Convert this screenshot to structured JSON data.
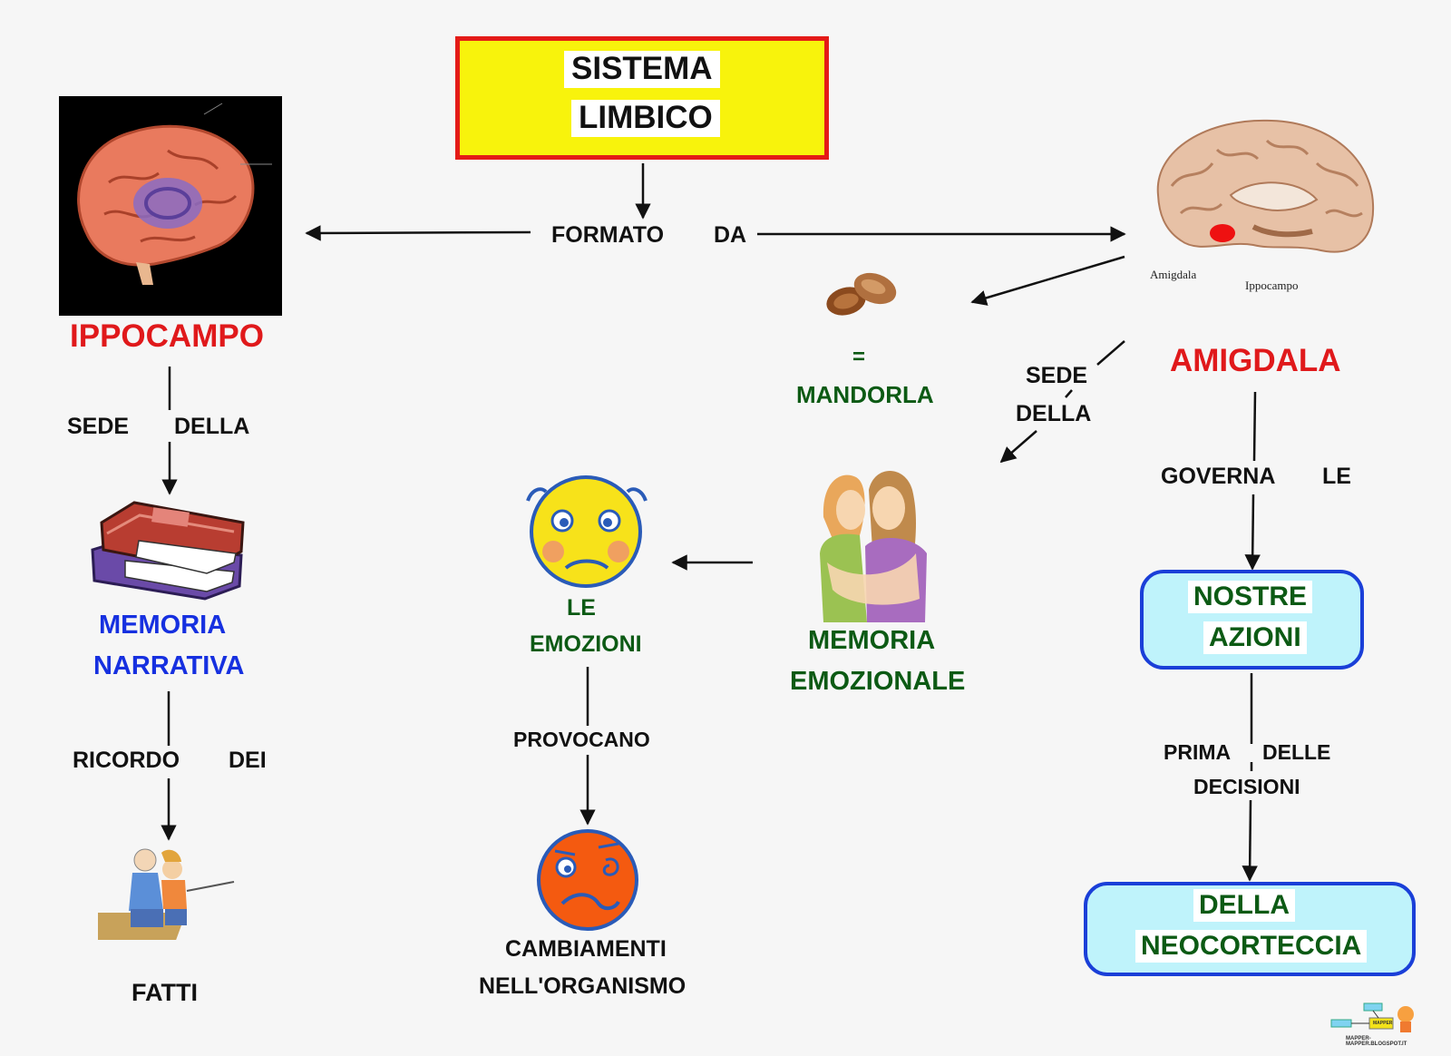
{
  "title": {
    "line1": "SISTEMA",
    "line2": "LIMBICO"
  },
  "links": {
    "formato": "FORMATO",
    "da": "DA",
    "sede1": "SEDE",
    "della1": "DELLA",
    "ricordo": "RICORDO",
    "dei": "DEI",
    "sede2": "SEDE",
    "della2": "DELLA",
    "governa": "GOVERNA",
    "le": "LE",
    "prima": "PRIMA",
    "delle": "DELLE",
    "decisioni": "DECISIONI",
    "provocano": "PROVOCANO"
  },
  "nodes": {
    "ippocampo": "IPPOCAMPO",
    "amigdala": "AMIGDALA",
    "equals": "=",
    "mandorla": "MANDORLA",
    "memoria_narrativa": {
      "line1": "MEMORIA",
      "line2": "NARRATIVA"
    },
    "fatti": "FATTI",
    "memoria_emozionale": {
      "line1": "MEMORIA",
      "line2": "EMOZIONALE"
    },
    "emozioni": {
      "line1": "LE",
      "line2": "EMOZIONI"
    },
    "cambiamenti": {
      "line1": "CAMBIAMENTI",
      "line2": "NELL'ORGANISMO"
    },
    "nostre_azioni": {
      "line1": "NOSTRE",
      "line2": "AZIONI"
    },
    "neocorteccia": {
      "line1": "DELLA",
      "line2": "NEOCORTECCIA"
    }
  },
  "image_labels": {
    "amigdala": "Amigdala",
    "ippocampo": "Ippocampo"
  },
  "logo": {
    "text": "MAPPER-MAPPER.BLOGSPOT.IT",
    "badge": "MAPPER"
  },
  "colors": {
    "red": "#e0191b",
    "green": "#0c5a14",
    "blue": "#1630e0",
    "yellow": "#f8f30c",
    "cyan": "#bff3fb"
  }
}
